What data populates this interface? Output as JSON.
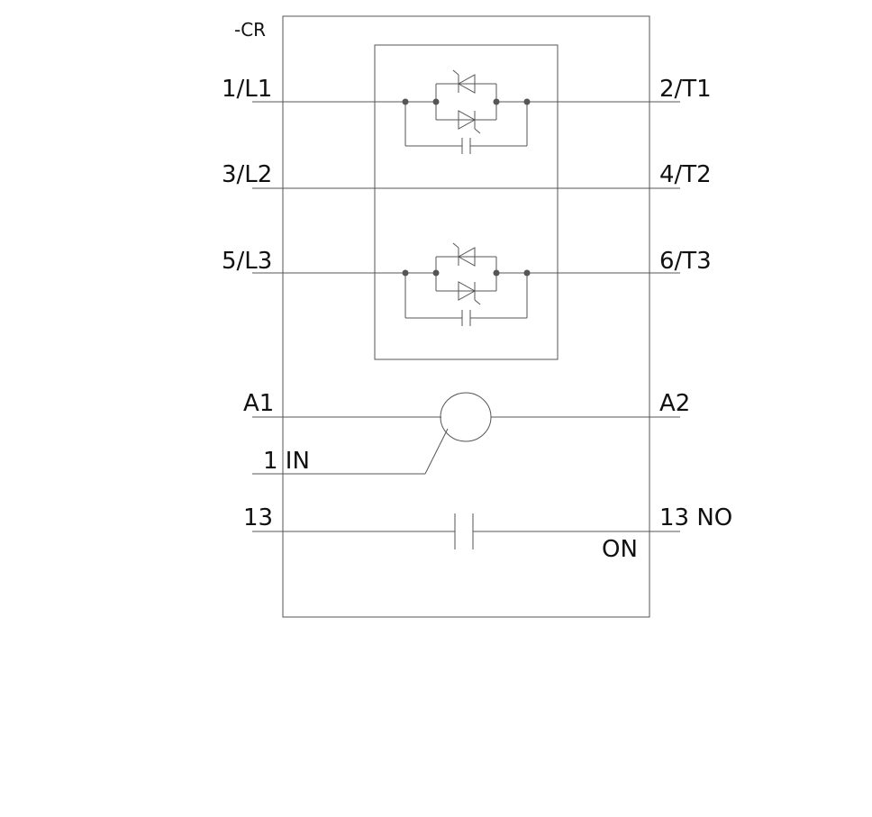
{
  "device_tag": "-CR",
  "colors": {
    "line": "#555555",
    "text": "#111111",
    "background": "#ffffff"
  },
  "terminals": {
    "l1": "1/L1",
    "t1": "2/T1",
    "l2": "3/L2",
    "t2": "4/T2",
    "l3": "5/L3",
    "t3": "6/T3",
    "a1": "A1",
    "a2": "A2",
    "input": "1 IN",
    "aux_in": "13",
    "aux_out": "13 NO"
  },
  "contact_state": "ON",
  "icons": [
    "thyristor-pair-icon",
    "bypass-capacitor-icon",
    "control-coil-icon",
    "normally-open-contact-icon"
  ]
}
